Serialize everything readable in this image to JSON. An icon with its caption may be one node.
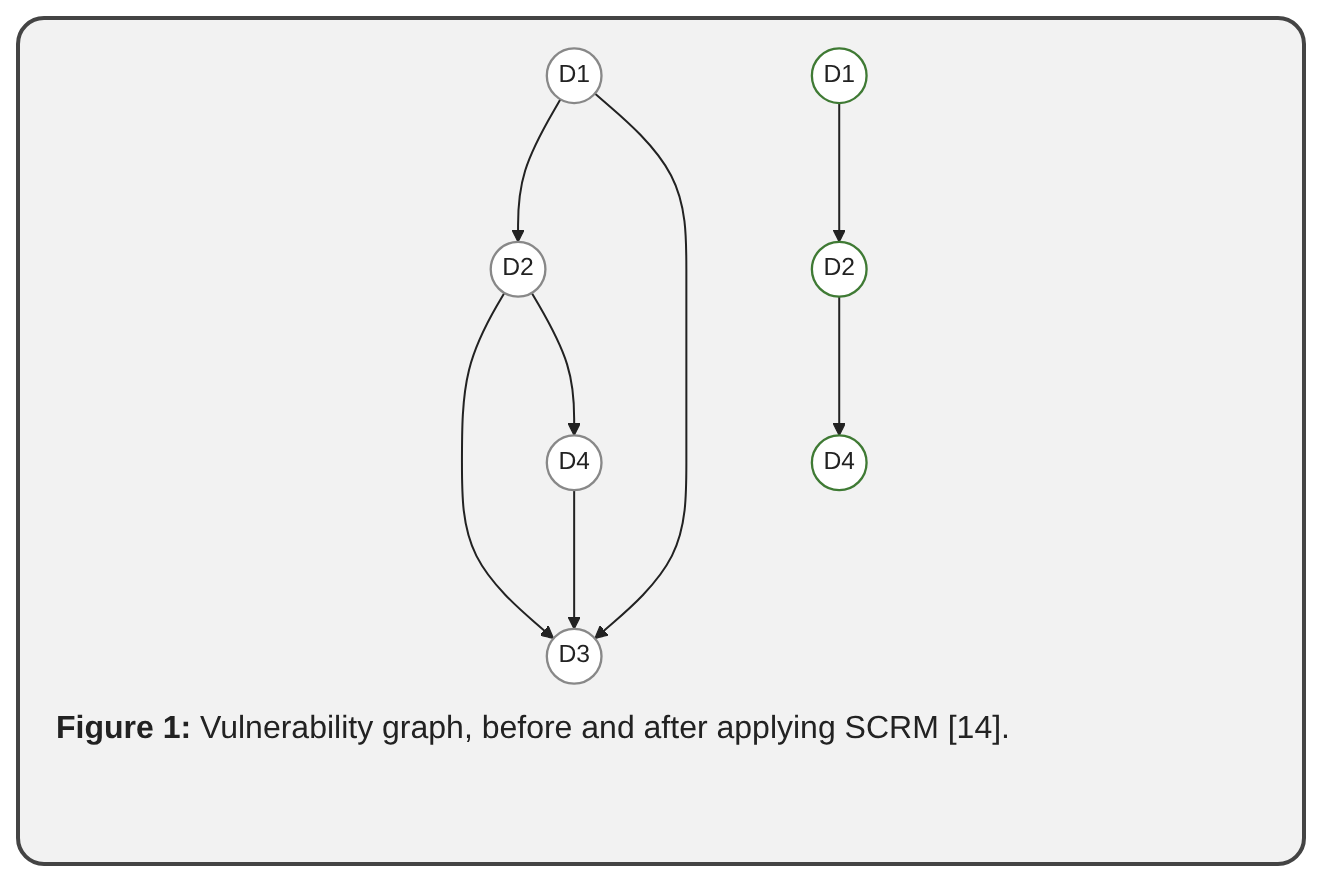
{
  "diagram": {
    "caption": "**Figure 1:** Vulnerability graph, before and after applying SCRM [14].",
    "nodes": [
      {
        "text": [
          "D1"
        ]
      },
      {
        "text": [
          "D2"
        ]
      },
      {
        "text": [
          "D3"
        ]
      },
      {
        "text": [
          "D4"
        ]
      },
      {
        "text": [
          "D1"
        ]
      },
      {
        "text": [
          "D2"
        ]
      },
      {
        "text": [
          "D4"
        ]
      }
    ],
    "edges": [
      {
        "from": 0,
        "to": 1,
        "arrow": "to"
      },
      {
        "from": 0,
        "to": 2,
        "arrow": "to"
      },
      {
        "from": 1,
        "to": 2,
        "arrow": "to"
      },
      {
        "from": 1,
        "to": 3,
        "arrow": "to"
      },
      {
        "from": 3,
        "to": 2,
        "arrow": "to"
      },
      {
        "from": 4,
        "to": 5,
        "arrow": "to"
      },
      {
        "from": 5,
        "to": 6,
        "arrow": "to"
      }
    ]
  }
}
